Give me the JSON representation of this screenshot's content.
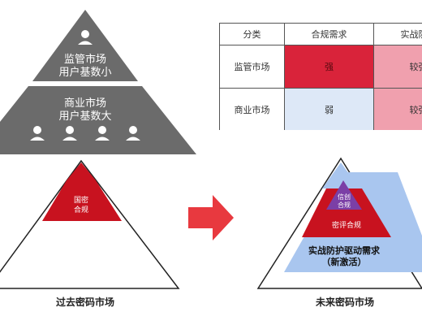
{
  "left_pyramid": {
    "top_label_line1": "监管市场",
    "top_label_line2": "用户基数小",
    "bottom_label_line1": "商业市场",
    "bottom_label_line2": "用户基数大"
  },
  "comparison_table": {
    "headers": [
      "分类",
      "合规需求",
      "实战防护"
    ],
    "rows": [
      {
        "category": "监管市场",
        "compliance": "强",
        "defense": "较强"
      },
      {
        "category": "商业市场",
        "compliance": "弱",
        "defense": "较强"
      }
    ]
  },
  "past_market": {
    "caption": "过去密码市场",
    "inner_line1": "国密",
    "inner_line2": "合规"
  },
  "future_market": {
    "caption": "未来密码市场",
    "top_line1": "信创",
    "top_line2": "合规",
    "mid_label": "密评合规",
    "bottom_line1": "实战防护驱动需求",
    "bottom_line2": "（新激活）"
  },
  "colors": {
    "pyramid_gray": "#6b6b6b",
    "accent_red": "#d9233a",
    "arrow_red": "#e8393f",
    "light_blue": "#a9c6ef",
    "purple": "#7b3fa6"
  }
}
